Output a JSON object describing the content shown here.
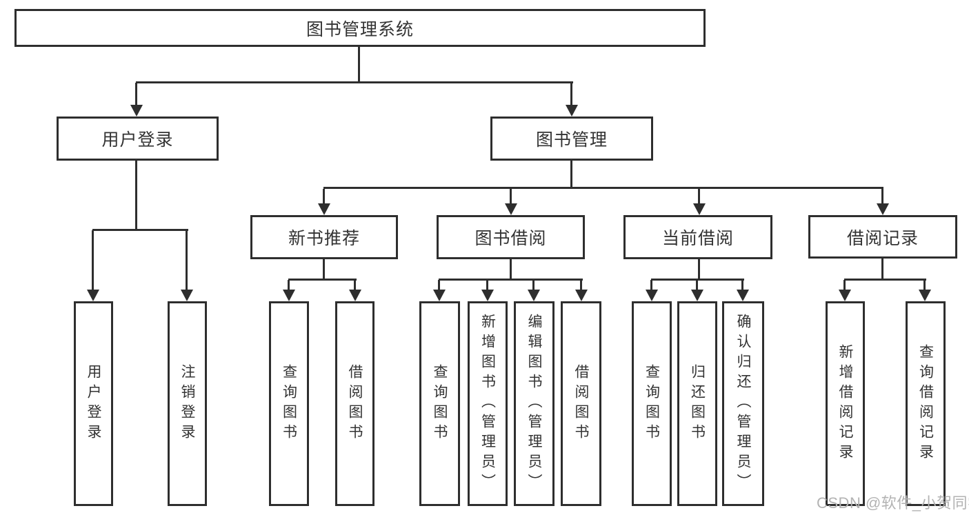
{
  "nodes": {
    "root": "图书管理系统",
    "level2": [
      "用户登录",
      "图书管理"
    ],
    "level3": [
      "新书推荐",
      "图书借阅",
      "当前借阅",
      "借阅记录"
    ],
    "leaves": {
      "user_login": [
        "用户登录",
        "注销登录"
      ],
      "new_book": [
        "查询图书",
        "借阅图书"
      ],
      "book_borrow": [
        "查询图书",
        "新增图书（管理员）",
        "编辑图书（管理员）",
        "借阅图书"
      ],
      "current_borrow": [
        "查询图书",
        "归还图书",
        "确认归还（管理员）"
      ],
      "borrow_records": [
        "新增借阅记录",
        "查询借阅记录"
      ]
    }
  },
  "watermark": "CSDN @软件_小贺同学",
  "colors": {
    "line": "#2e2e2e",
    "text": "#333333",
    "watermark": "#b3b3b3",
    "background": "#ffffff"
  }
}
